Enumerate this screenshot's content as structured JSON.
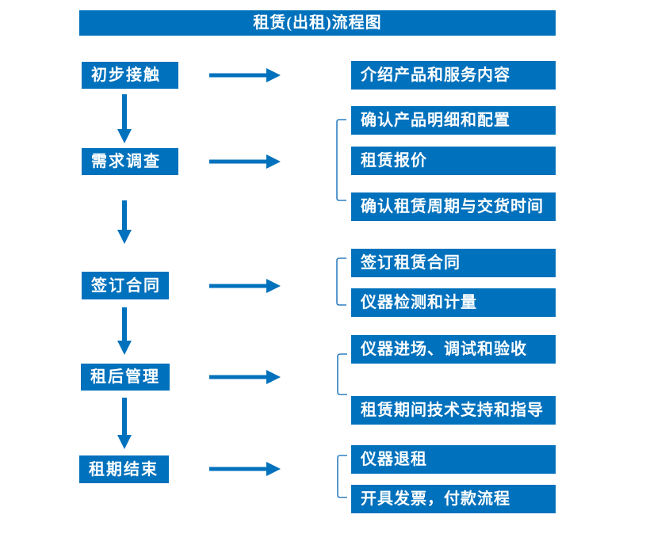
{
  "title": "租赁(出租)流程图",
  "colors": {
    "primary_blue": "#0071bc",
    "bracket_blue": "#2f7ec2",
    "text_white": "#ffffff",
    "background": "#ffffff"
  },
  "stages": [
    {
      "label": "初步接触",
      "substeps": [
        "介绍产品和服务内容"
      ]
    },
    {
      "label": "需求调查",
      "substeps": [
        "确认产品明细和配置",
        "租赁报价",
        "确认租赁周期与交货时间"
      ]
    },
    {
      "label": "签订合同",
      "substeps": [
        "签订租赁合同",
        "仪器检测和计量"
      ]
    },
    {
      "label": "租后管理",
      "substeps": [
        "仪器进场、调试和验收",
        "租赁期间技术支持和指导"
      ]
    },
    {
      "label": "租期结束",
      "substeps": [
        "仪器退租",
        "开具发票，付款流程"
      ]
    }
  ]
}
